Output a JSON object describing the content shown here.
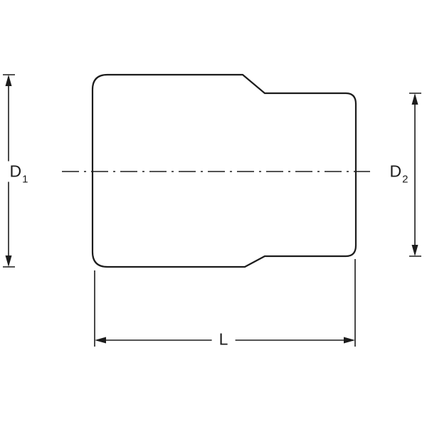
{
  "diagram": {
    "labels": {
      "d1": {
        "base": "D",
        "sub": "1"
      },
      "d2": {
        "base": "D",
        "sub": "2"
      },
      "length": {
        "label": "L"
      }
    },
    "colors": {
      "line": "#1c1c1c",
      "background": "#ffffff"
    }
  }
}
